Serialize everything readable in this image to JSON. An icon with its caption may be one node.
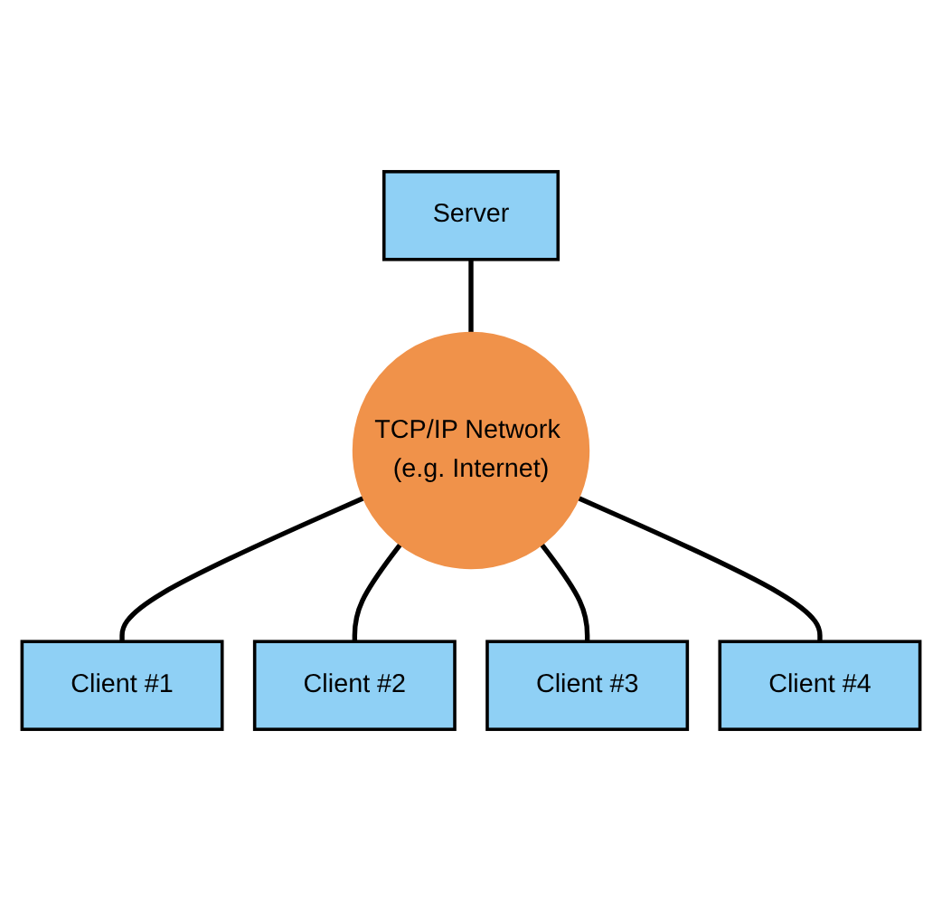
{
  "diagram": {
    "nodes": [
      {
        "text": [
          "Server"
        ]
      },
      {
        "text": [
          "TCP/IP Network (e.g. Internet)"
        ]
      },
      {
        "text": [
          "Client #1"
        ]
      },
      {
        "text": [
          "Client #2"
        ]
      },
      {
        "text": [
          "Client #3"
        ]
      },
      {
        "text": [
          "Client #4"
        ]
      }
    ],
    "edges": [
      {
        "from": 0,
        "to": 1,
        "arrow": "none"
      },
      {
        "from": 1,
        "to": 2,
        "arrow": "none"
      },
      {
        "from": 1,
        "to": 3,
        "arrow": "none"
      },
      {
        "from": 1,
        "to": 4,
        "arrow": "none"
      },
      {
        "from": 1,
        "to": 5,
        "arrow": "none"
      }
    ]
  }
}
